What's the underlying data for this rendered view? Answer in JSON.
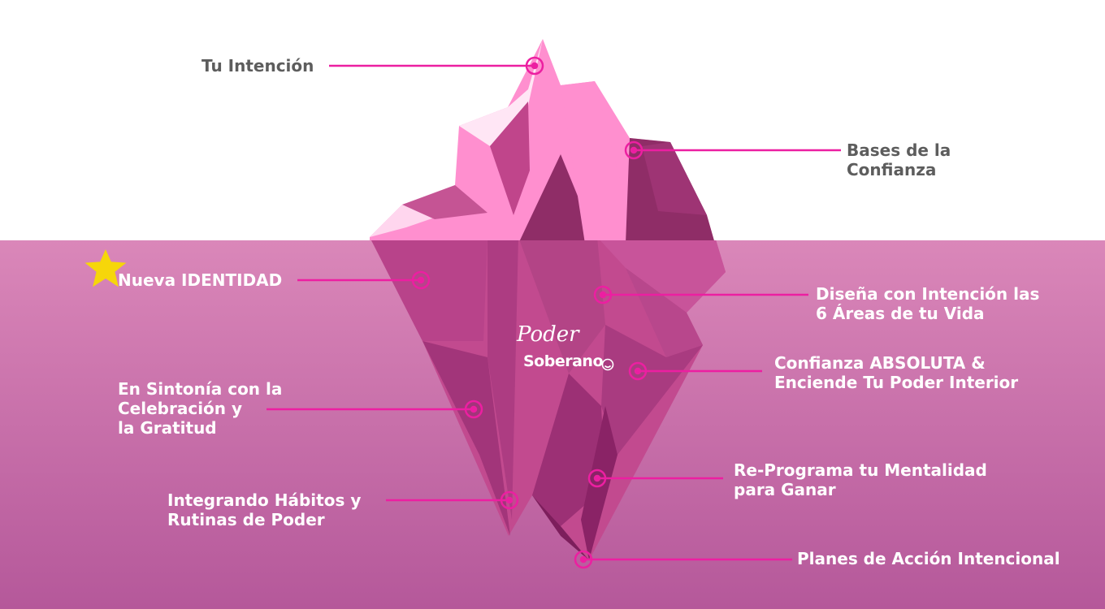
{
  "colors": {
    "accent": "#ec1fa1",
    "water_top": "#da87b9",
    "water_bottom": "#b5589a",
    "star": "#f6d60a"
  },
  "logo": {
    "line1": "Poder",
    "line2": "Soberano"
  },
  "labels": {
    "intencion": [
      "Tu Intención"
    ],
    "bases": [
      "Bases de la",
      "Confianza"
    ],
    "identidad": [
      "Nueva IDENTIDAD"
    ],
    "disena": [
      "Diseña con Intención las",
      "6 Áreas de tu Vida"
    ],
    "confianza": [
      "Confianza ABSOLUTA &",
      "Enciende Tu Poder Interior"
    ],
    "sintonia": [
      "En Sintonía con la",
      "Celebración y",
      "la Gratitud"
    ],
    "reprograma": [
      "Re-Programa tu Mentalidad",
      "para Ganar"
    ],
    "habitos": [
      "Integrando Hábitos y",
      "Rutinas de Poder"
    ],
    "planes": [
      "Planes de Acción Intencional"
    ]
  }
}
